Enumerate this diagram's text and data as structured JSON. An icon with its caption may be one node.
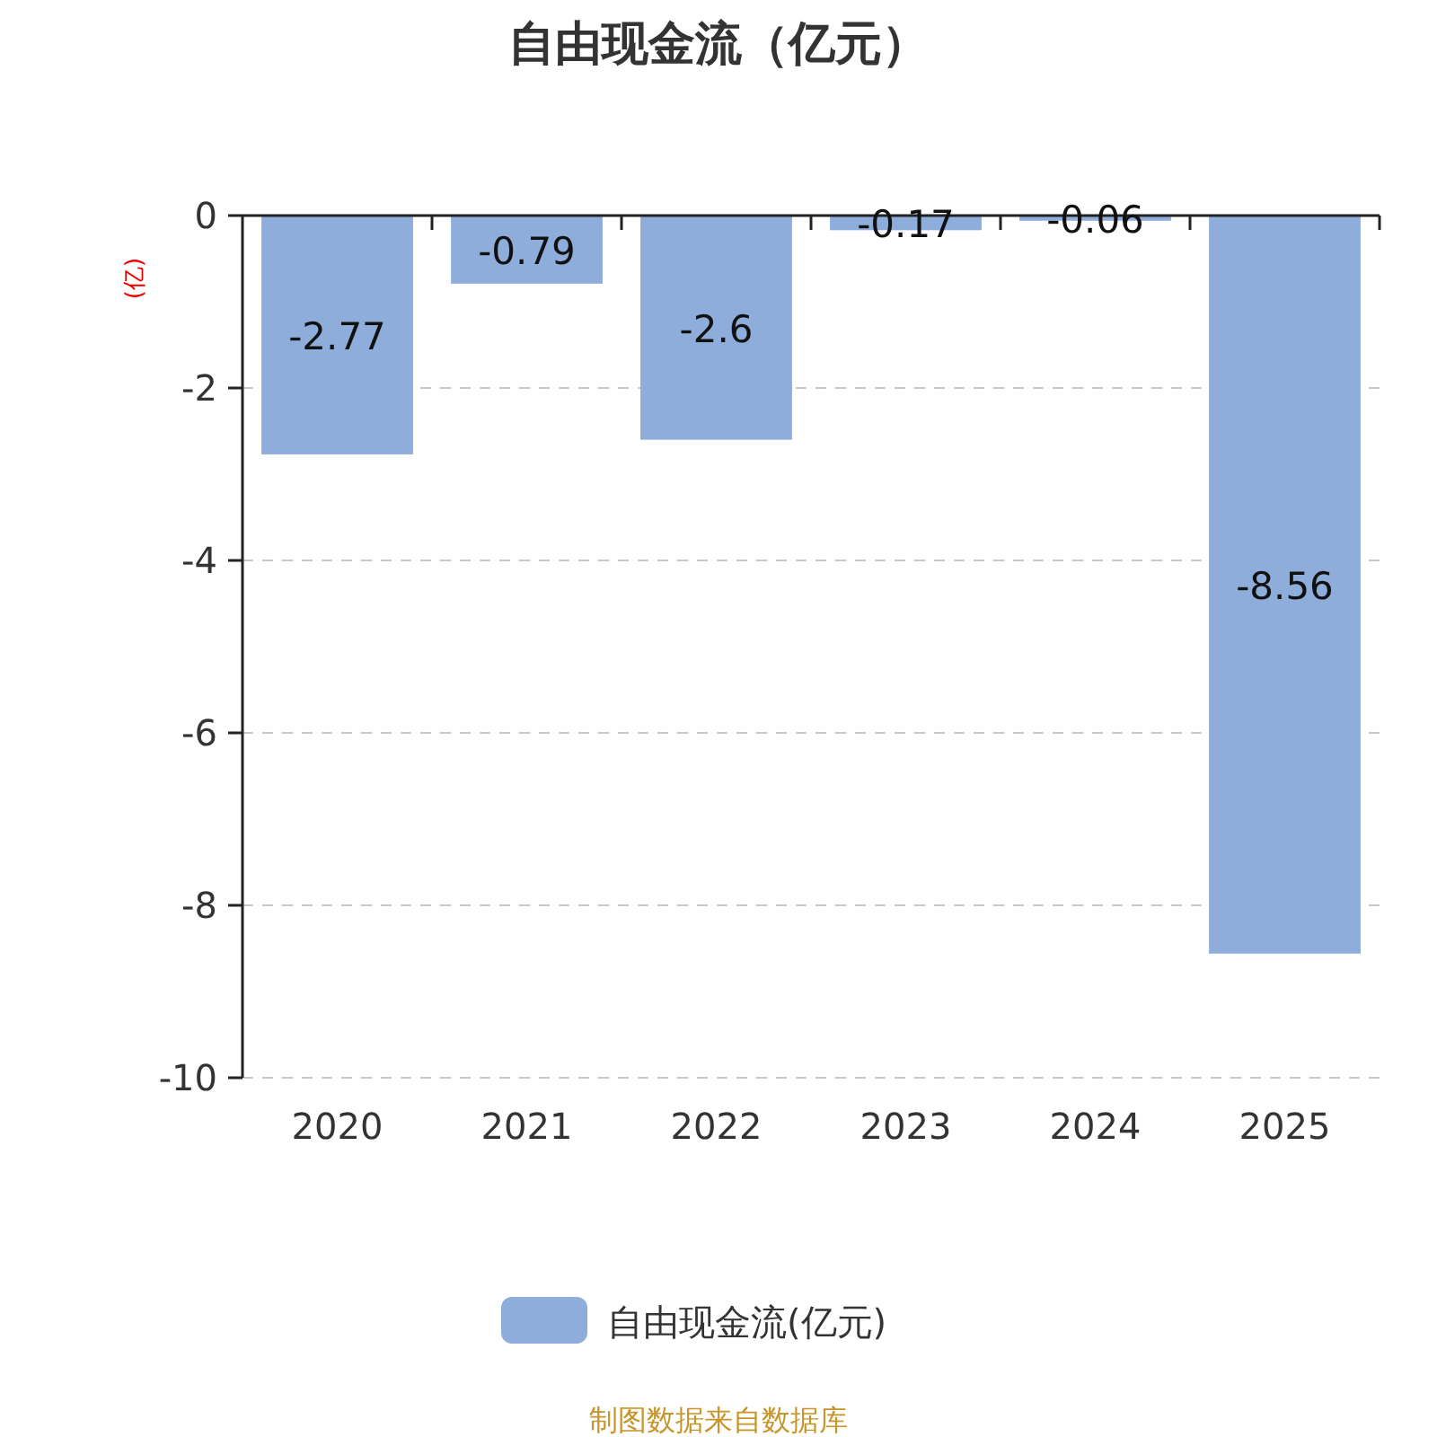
{
  "diagram": {
    "title": "自由现金流（亿元）",
    "caption": "制图数据来自数据库",
    "legend": [
      {
        "text": "自由现金流(亿元)",
        "color": "#8eadda"
      }
    ],
    "chart_data": {
      "type": "bar",
      "ylabel": "(亿)",
      "categories": [
        "2020",
        "2021",
        "2022",
        "2023",
        "2024",
        "2025"
      ],
      "series": [
        {
          "color": "#8eadda",
          "values": [
            -2.77,
            -0.79,
            -2.6,
            -0.17,
            -0.06,
            -8.56
          ]
        }
      ],
      "ylim": [
        -10,
        0
      ],
      "yticks": [
        0,
        -2,
        -4,
        -6,
        -8,
        -10
      ],
      "data_labels": true,
      "grid": true
    }
  }
}
